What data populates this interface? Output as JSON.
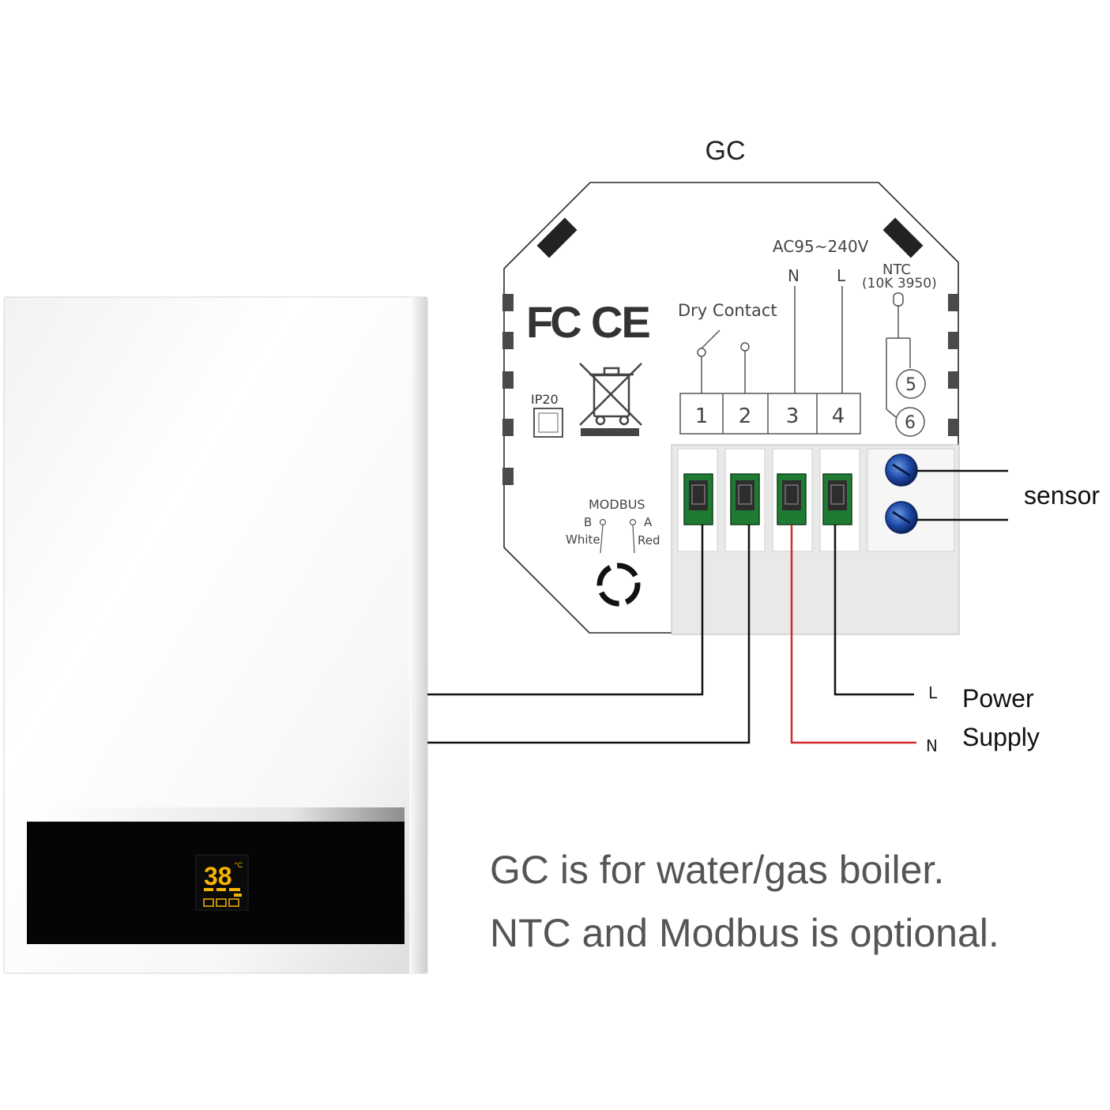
{
  "title": "GC",
  "module": {
    "voltage": "AC95~240V",
    "n_label": "N",
    "l_label": "L",
    "ntc_label": "NTC",
    "ntc_spec": "(10K 3950)",
    "dry_contact": "Dry  Contact",
    "terminals": [
      "1",
      "2",
      "3",
      "4"
    ],
    "ntc_terminals": [
      "5",
      "6"
    ],
    "ip_rating": "IP20",
    "modbus_label": "MODBUS",
    "modbus_b": "B",
    "modbus_a": "A",
    "modbus_white": "White",
    "modbus_red": "Red",
    "cert_fcc": "FC",
    "cert_ce": "CE"
  },
  "labels": {
    "sensor": "sensor",
    "power_l": "L",
    "power_n": "N",
    "power": "Power",
    "supply": "Supply"
  },
  "boiler": {
    "display_temp": "38",
    "display_unit": "°C"
  },
  "captions": [
    "GC is for water/gas boiler.",
    "NTC and Modbus is optional."
  ],
  "colors": {
    "wire": "#111111",
    "wire_neutral": "#d42a2a",
    "terminal_green": "#1f7a32",
    "sensor_blue": "#1f4aa8",
    "display_amber": "#f5b400"
  }
}
